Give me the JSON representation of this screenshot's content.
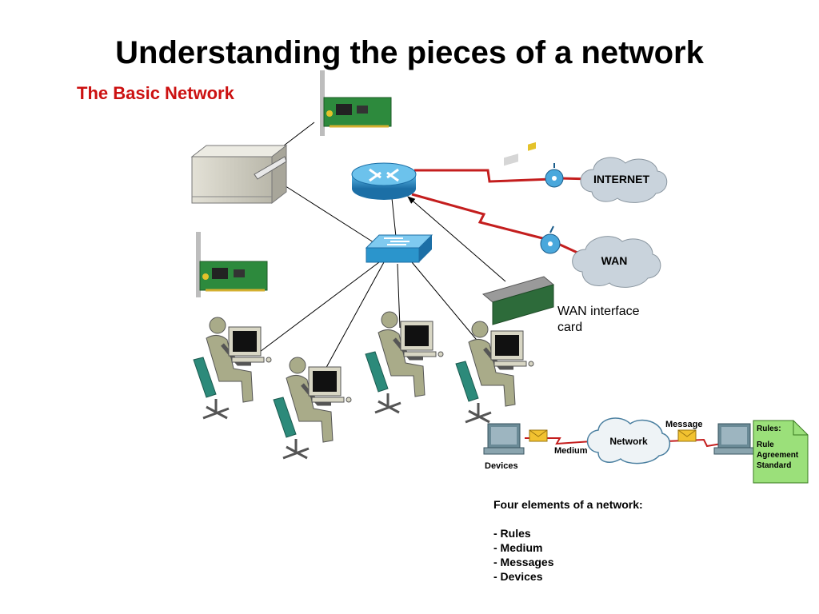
{
  "title": "Understanding the pieces of a network",
  "subtitle": "The Basic Network",
  "colors": {
    "subtitle": "#cc1111",
    "router": "#2a8fc8",
    "switch": "#2b95cc",
    "wan_link": "#c41e1e",
    "cloud": "#c9d3dc",
    "nic_board": "#2d8a3d",
    "person": "#a9ab89",
    "chair": "#2c8a7a",
    "rules_doc": "#9be07a"
  },
  "labels": {
    "internet": "INTERNET",
    "wan": "WAN",
    "wan_interface_card": "WAN interface card"
  },
  "elements_figure": {
    "network": "Network",
    "message": "Message",
    "medium": "Medium",
    "devices": "Devices",
    "rules_title": "Rules:",
    "rules_items": [
      "Rule",
      "Agreement",
      "Standard"
    ]
  },
  "four_elements": {
    "heading": "Four elements of a network:",
    "items": [
      "- Rules",
      "- Medium",
      "- Messages",
      "- Devices"
    ]
  }
}
